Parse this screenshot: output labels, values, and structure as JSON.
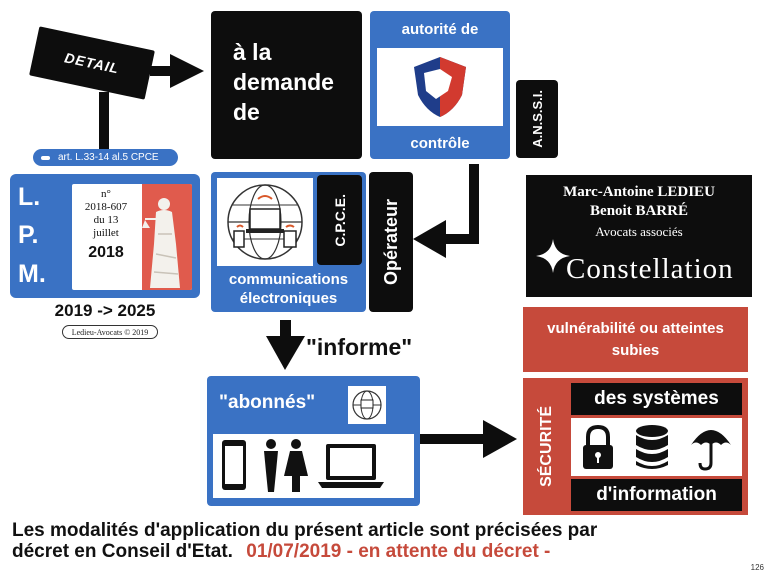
{
  "detail": {
    "sign": "DETAIL"
  },
  "lpm": {
    "ref": "art. L.33-14 al.5  CPCE",
    "letters": [
      "L.",
      "P.",
      "M."
    ],
    "number_prefix": "n°",
    "number": "2018-607",
    "date": "du 13 juillet",
    "year": "2018",
    "range": "2019 -> 2025",
    "copyright": "Ledieu-Avocats © 2019"
  },
  "demande": {
    "text": "à la demande de"
  },
  "anssi": {
    "top": "autorité de",
    "bottom": "contrôle",
    "side": "A.N.S.S.I."
  },
  "cpce": {
    "side": "C.P.C.E.",
    "label": "communications électroniques",
    "operator": "Opérateur"
  },
  "constellation": {
    "name1": "Marc-Antoine LEDIEU",
    "name2": "Benoit BARRÉ",
    "role": "Avocats associés",
    "brand": "Constellation"
  },
  "informe": {
    "text": "\"informe\""
  },
  "abonnes": {
    "label": "\"abonnés\""
  },
  "securite": {
    "top": "vulnérabilité ou atteintes subies",
    "side": "SÉCURITÉ",
    "systems": "des systèmes",
    "information": "d'information"
  },
  "footer": {
    "line1": "Les modalités d'application du présent article sont précisées par",
    "line2": "décret en Conseil d'Etat.",
    "status": "01/07/2019 - en attente du décret -",
    "page": "126"
  },
  "colors": {
    "blue": "#3a72c4",
    "red": "#c64a3b",
    "black": "#0d0d0d"
  }
}
